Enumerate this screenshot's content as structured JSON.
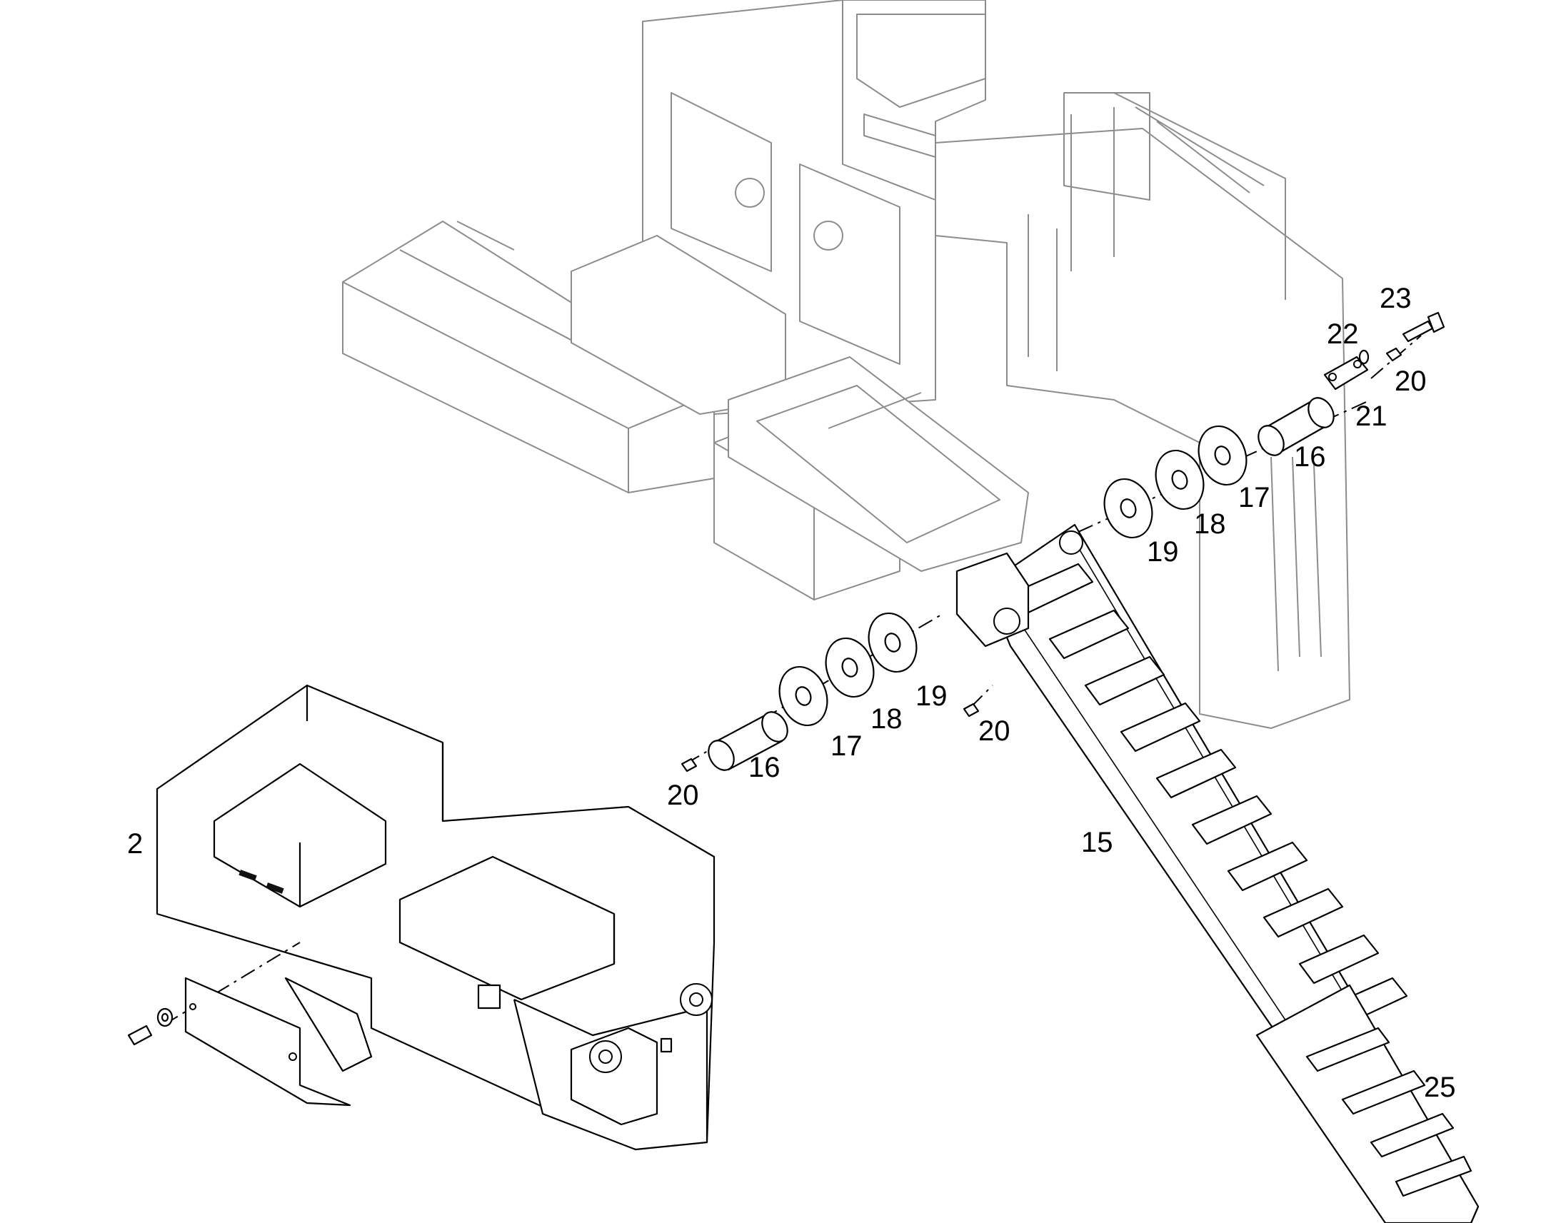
{
  "callouts": {
    "c2": "2",
    "c15": "15",
    "c16a": "16",
    "c16b": "16",
    "c17a": "17",
    "c17b": "17",
    "c18a": "18",
    "c18b": "18",
    "c19a": "19",
    "c19b": "19",
    "c20a": "20",
    "c20b": "20",
    "c20c": "20",
    "c21": "21",
    "c22": "22",
    "c23": "23",
    "c25": "25"
  },
  "colors": {
    "context_lines": "#8c8c8c",
    "part_lines": "#000000",
    "background": "#ffffff"
  }
}
